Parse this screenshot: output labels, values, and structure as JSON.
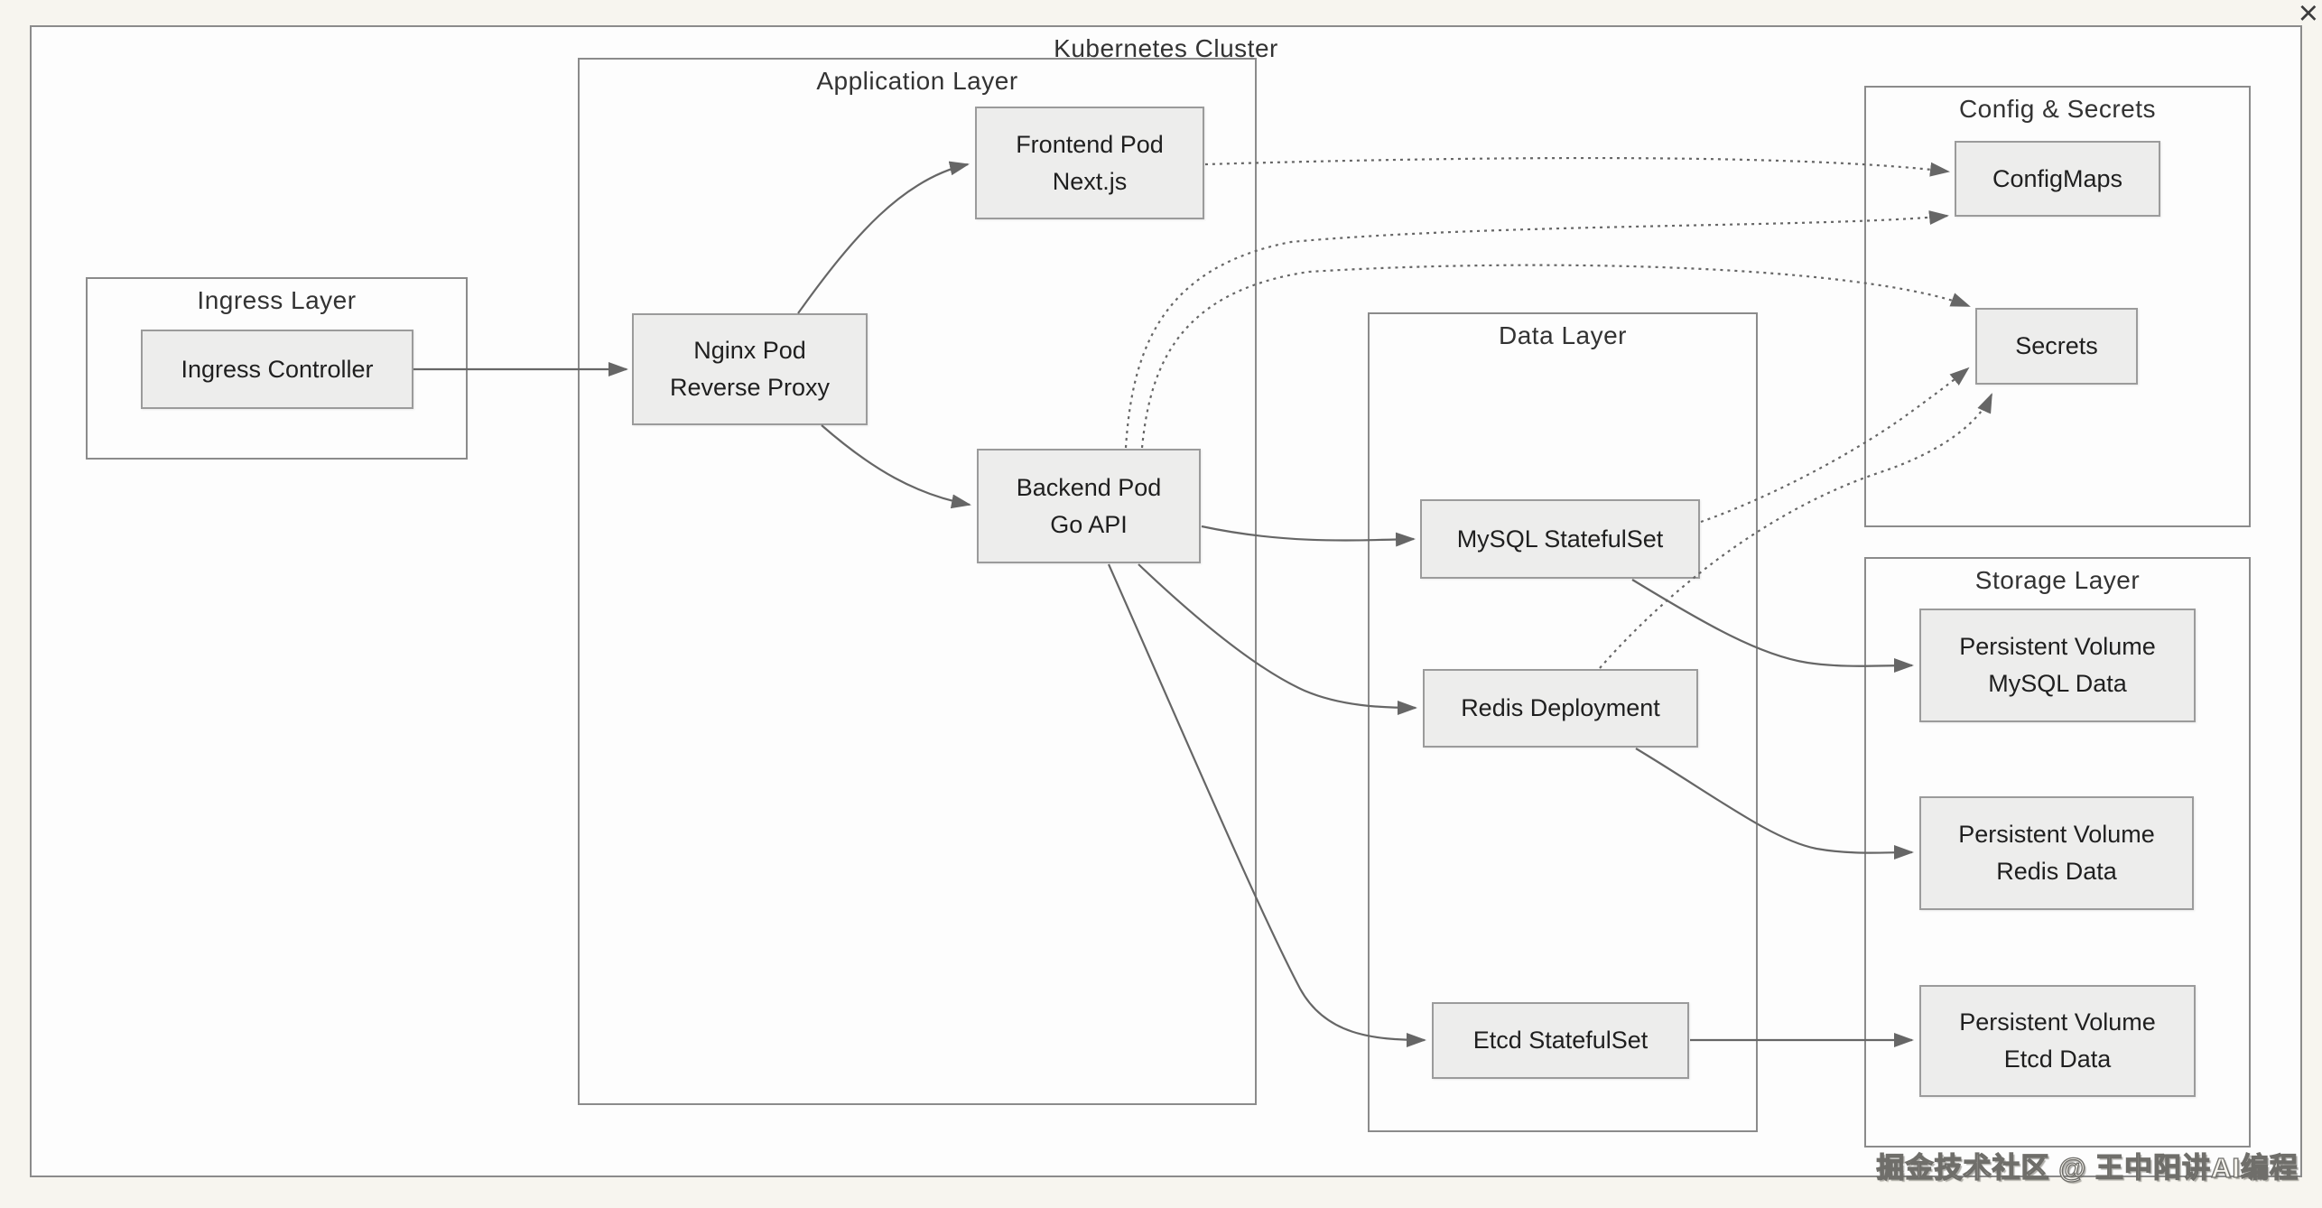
{
  "window": {
    "close_icon": "×"
  },
  "colors": {
    "background": "#f7f5ef",
    "cluster_fill": "#fdfdfd",
    "border": "#8b8b8b",
    "node_fill": "#ededec",
    "node_border": "#9b9b9b",
    "edge": "#666666",
    "text": "#1f1f1f",
    "title": "#333333"
  },
  "diagram": {
    "cluster_title": "Kubernetes Cluster",
    "layers": {
      "ingress": {
        "title": "Ingress Layer"
      },
      "application": {
        "title": "Application Layer"
      },
      "data": {
        "title": "Data Layer"
      },
      "config": {
        "title": "Config & Secrets"
      },
      "storage": {
        "title": "Storage Layer"
      }
    },
    "nodes": {
      "ingress_controller": {
        "label": "Ingress Controller",
        "sublabel": ""
      },
      "frontend": {
        "label": "Frontend Pod",
        "sublabel": "Next.js"
      },
      "nginx": {
        "label": "Nginx Pod",
        "sublabel": "Reverse Proxy"
      },
      "backend": {
        "label": "Backend Pod",
        "sublabel": "Go API"
      },
      "mysql": {
        "label": "MySQL StatefulSet",
        "sublabel": ""
      },
      "redis": {
        "label": "Redis Deployment",
        "sublabel": ""
      },
      "etcd": {
        "label": "Etcd StatefulSet",
        "sublabel": ""
      },
      "configmaps": {
        "label": "ConfigMaps",
        "sublabel": ""
      },
      "secrets": {
        "label": "Secrets",
        "sublabel": ""
      },
      "pv_mysql": {
        "label": "Persistent Volume",
        "sublabel": "MySQL Data"
      },
      "pv_redis": {
        "label": "Persistent Volume",
        "sublabel": "Redis Data"
      },
      "pv_etcd": {
        "label": "Persistent Volume",
        "sublabel": "Etcd Data"
      }
    },
    "edges": [
      {
        "from": "Ingress Controller",
        "to": "Nginx Pod Reverse Proxy",
        "style": "solid"
      },
      {
        "from": "Nginx Pod Reverse Proxy",
        "to": "Frontend Pod Next.js",
        "style": "solid"
      },
      {
        "from": "Nginx Pod Reverse Proxy",
        "to": "Backend Pod Go API",
        "style": "solid"
      },
      {
        "from": "Backend Pod Go API",
        "to": "MySQL StatefulSet",
        "style": "solid"
      },
      {
        "from": "Backend Pod Go API",
        "to": "Redis Deployment",
        "style": "solid"
      },
      {
        "from": "Backend Pod Go API",
        "to": "Etcd StatefulSet",
        "style": "solid"
      },
      {
        "from": "MySQL StatefulSet",
        "to": "Persistent Volume MySQL Data",
        "style": "solid"
      },
      {
        "from": "Redis Deployment",
        "to": "Persistent Volume Redis Data",
        "style": "solid"
      },
      {
        "from": "Etcd StatefulSet",
        "to": "Persistent Volume Etcd Data",
        "style": "solid"
      },
      {
        "from": "Frontend Pod Next.js",
        "to": "ConfigMaps",
        "style": "dotted"
      },
      {
        "from": "Backend Pod Go API",
        "to": "ConfigMaps",
        "style": "dotted"
      },
      {
        "from": "Backend Pod Go API",
        "to": "Secrets",
        "style": "dotted"
      },
      {
        "from": "MySQL StatefulSet",
        "to": "Secrets",
        "style": "dotted"
      },
      {
        "from": "Redis Deployment",
        "to": "Secrets",
        "style": "dotted"
      }
    ]
  },
  "watermark": {
    "text": "掘金技术社区 @ 王中阳讲AI编程"
  }
}
